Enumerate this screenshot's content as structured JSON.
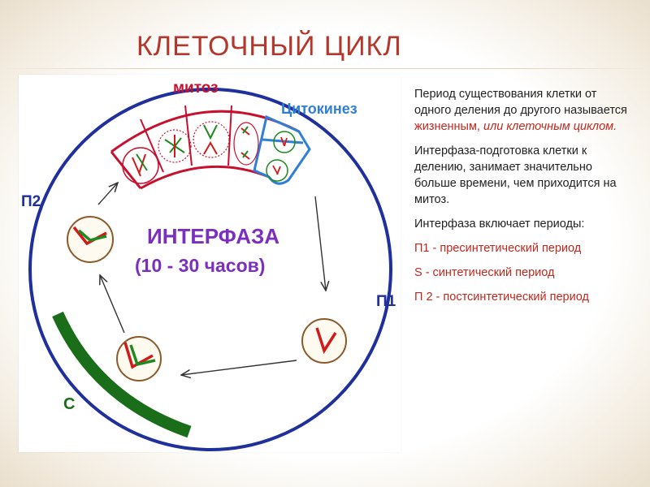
{
  "slide": {
    "title": "КЛЕТОЧНЫЙ ЦИКЛ"
  },
  "diagram": {
    "label_mitosis": "митоз",
    "label_cytokinesis": "Цитокинез",
    "label_p2": "П2",
    "label_p1": "П1",
    "label_s": "С",
    "interphase_title": "ИНТЕРФАЗА",
    "interphase_duration": "(10 - 30 часов)",
    "colors": {
      "ring": "#1f2f9c",
      "mitosis_sector": "#c8102e",
      "cytokinesis_sector": "#2f7fd6",
      "s_phase_bar": "#1a6e1a",
      "interphase_text": "#7b2fbe",
      "chromosome_red": "#d11a1a",
      "chromosome_green": "#1f8a1f"
    }
  },
  "text": {
    "p1_normal": "Период существования клетки от одного деления до другого называется",
    "p1_red_a": "жизненным,",
    "p1_red_b": "или клеточным циклом.",
    "p2": "Интерфаза-подготовка клетки к делению, занимает значительно больше времени, чем приходится на митоз.",
    "p3": "Интерфаза включает периоды:",
    "p4": "П1 - пресинтетический период",
    "p5": "S - синтетический период",
    "p6": "П 2 - постсинтетический период"
  }
}
